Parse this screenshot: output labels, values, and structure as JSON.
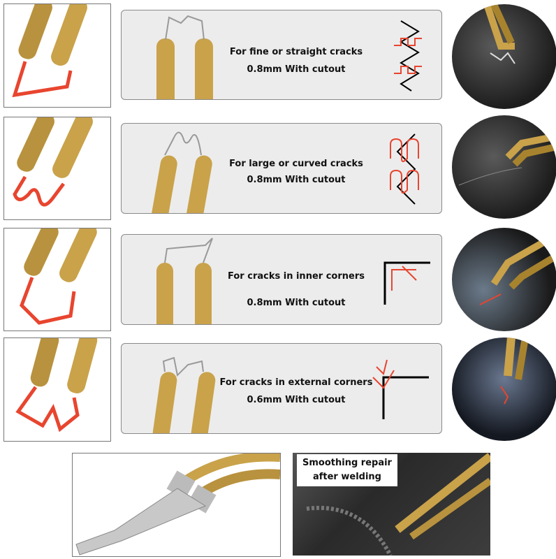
{
  "rows": [
    {
      "title": "For fine or straight cracks",
      "spec": "0.8mm With cutout"
    },
    {
      "title": "For large or curved cracks",
      "spec": "0.8mm With cutout"
    },
    {
      "title": "For cracks in inner corners",
      "spec": "0.8mm With cutout"
    },
    {
      "title": "For cracks in external corners",
      "spec": "0.6mm With cutout"
    }
  ],
  "bottom": {
    "label_line1": "Smoothing repair",
    "label_line2": "after welding"
  },
  "colors": {
    "gold": "#c9a24a",
    "wire_red": "#e8452f",
    "panel": "#ececec"
  }
}
